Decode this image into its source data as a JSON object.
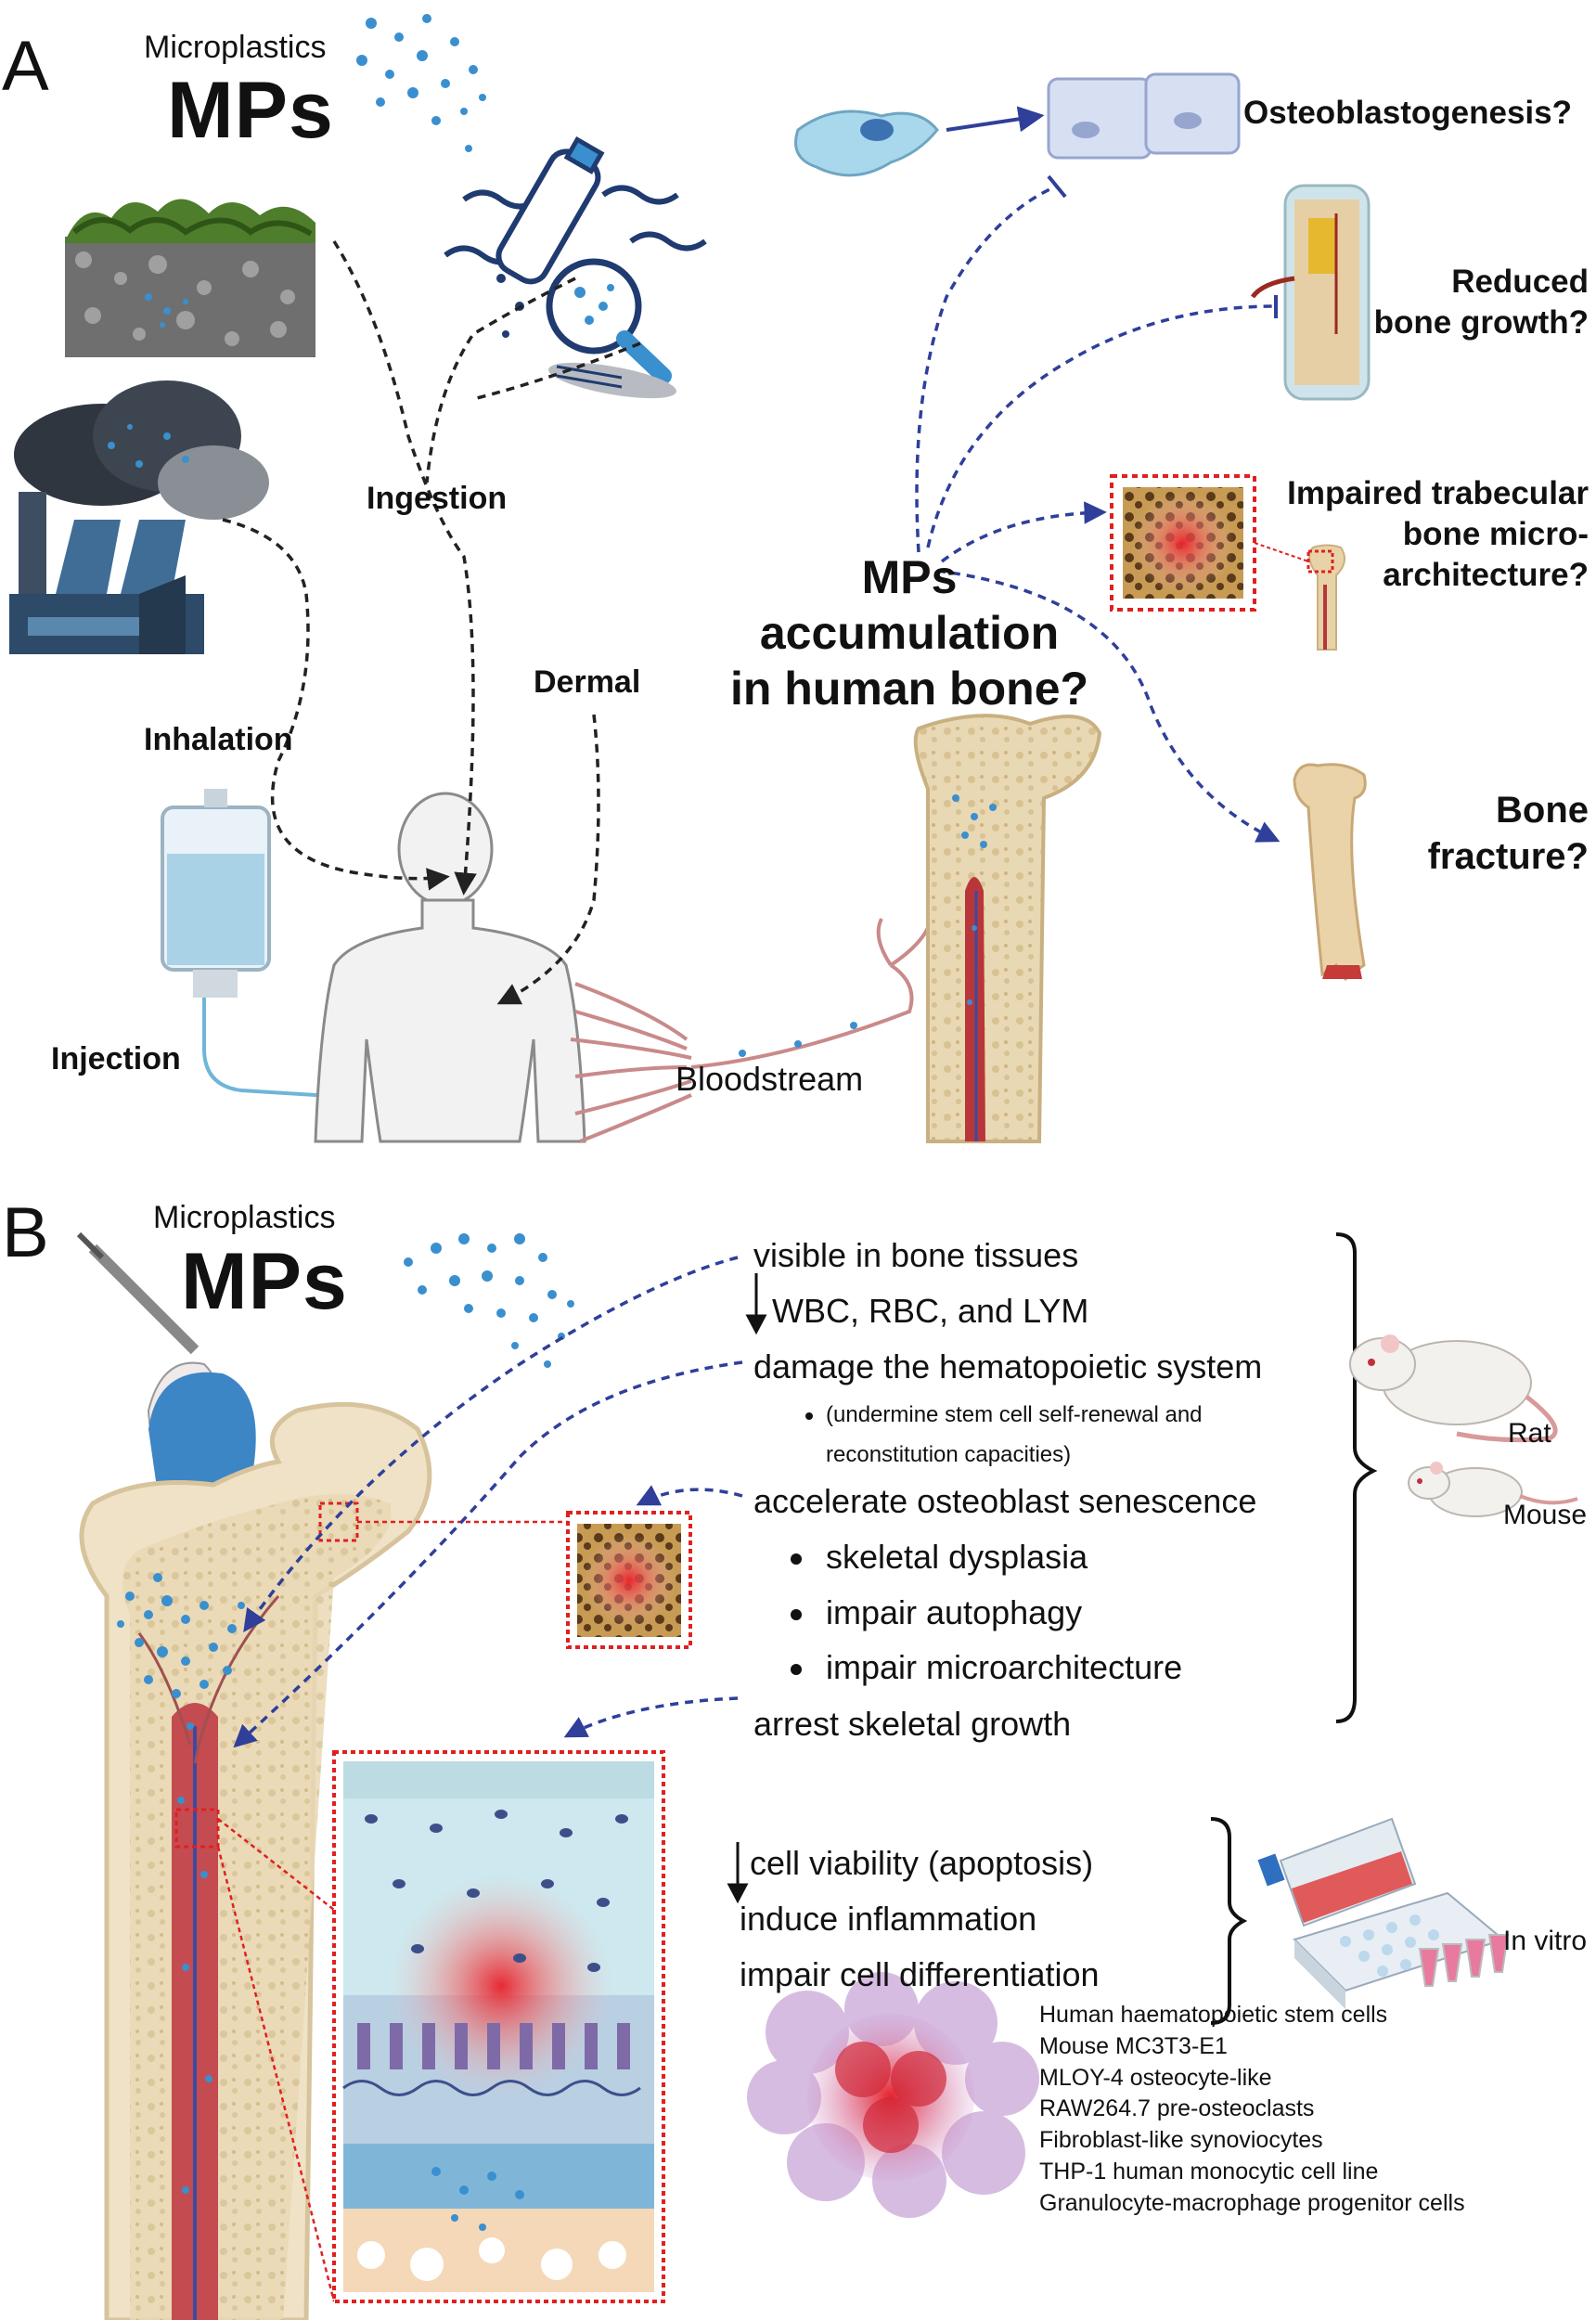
{
  "panel_a": {
    "letter": "A",
    "mp_small": "Microplastics",
    "mp_big": "MPs",
    "routes": {
      "ingestion": "Ingestion",
      "inhalation": "Inhalation",
      "dermal": "Dermal",
      "injection": "Injection",
      "bloodstream": "Bloodstream"
    },
    "accumulation": [
      "MPs",
      "accumulation",
      "in human bone?"
    ],
    "effects": {
      "osteoblastogenesis": "Osteoblastogenesis?",
      "bone_growth": [
        "Reduced",
        "bone growth?"
      ],
      "trabecular": [
        "Impaired trabecular",
        "bone micro-",
        "architecture?"
      ],
      "fracture": [
        "Bone",
        "fracture?"
      ]
    }
  },
  "panel_b": {
    "letter": "B",
    "mp_small": "Microplastics",
    "mp_big": "MPs",
    "in_vivo_findings": [
      "visible in bone tissues",
      "WBC, RBC, and LYM",
      "damage the hematopoietic system",
      "(undermine stem cell self-renewal and",
      "reconstitution capacities)",
      "accelerate osteoblast senescence",
      "skeletal dysplasia",
      "impair autophagy",
      "impair microarchitecture",
      "arrest skeletal growth"
    ],
    "models": {
      "rat": "Rat",
      "mouse": "Mouse"
    },
    "in_vitro_findings": [
      "cell viability (apoptosis)",
      "induce inflammation",
      "impair cell differentiation"
    ],
    "in_vitro_label": "In vitro",
    "cell_lines": [
      "Human haematopoietic stem cells",
      "Mouse MC3T3-E1",
      "MLOY-4 osteocyte-like",
      "RAW264.7 pre-osteoclasts",
      "Fibroblast-like synoviocytes",
      "THP-1 human monocytic cell line",
      "Granulocyte-macrophage progenitor cells"
    ]
  },
  "colors": {
    "arrow_black": "#222222",
    "arrow_blue": "#2f3f9a",
    "bone": "#ecdcb8",
    "marrow_red": "#b8363a",
    "particle_blue": "#3a8fcf",
    "highlight_red": "#e02020"
  }
}
